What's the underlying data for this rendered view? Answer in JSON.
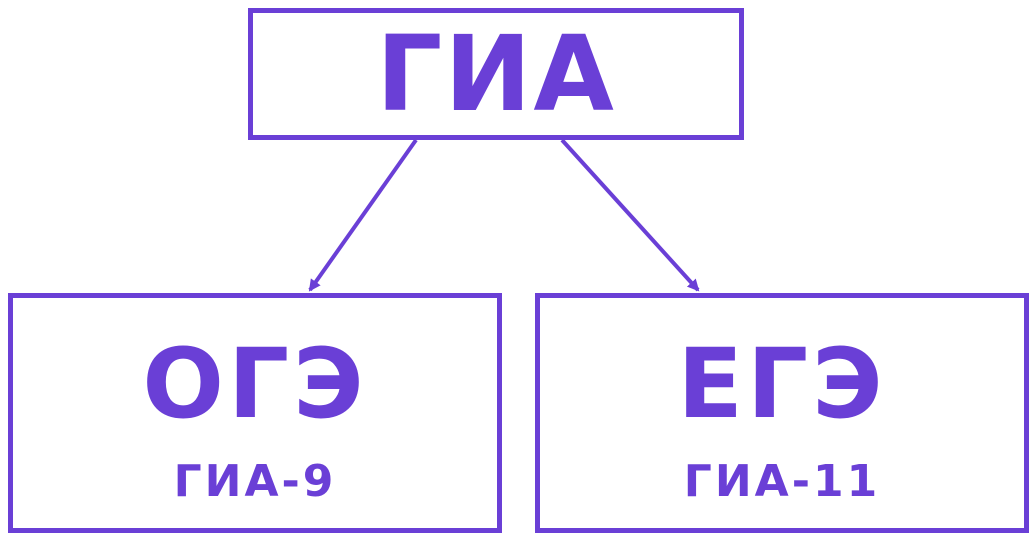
{
  "colors": {
    "accent": "#6a3fd6",
    "background": "#ffffff"
  },
  "root": {
    "label": "ГИА"
  },
  "children": [
    {
      "label": "ОГЭ",
      "sublabel": "ГИА-9"
    },
    {
      "label": "ЕГЭ",
      "sublabel": "ГИА-11"
    }
  ]
}
